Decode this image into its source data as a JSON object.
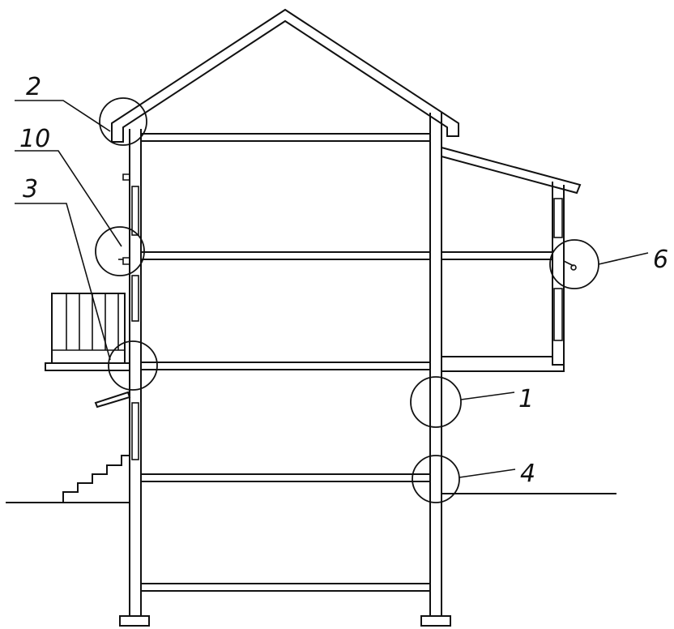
{
  "callouts": [
    {
      "id": "2",
      "label": "2"
    },
    {
      "id": "10",
      "label": "10"
    },
    {
      "id": "3",
      "label": "3"
    },
    {
      "id": "6",
      "label": "6"
    },
    {
      "id": "1",
      "label": "1"
    },
    {
      "id": "4",
      "label": "4"
    }
  ],
  "colors": {
    "line": "#111111",
    "background": "#ffffff"
  }
}
